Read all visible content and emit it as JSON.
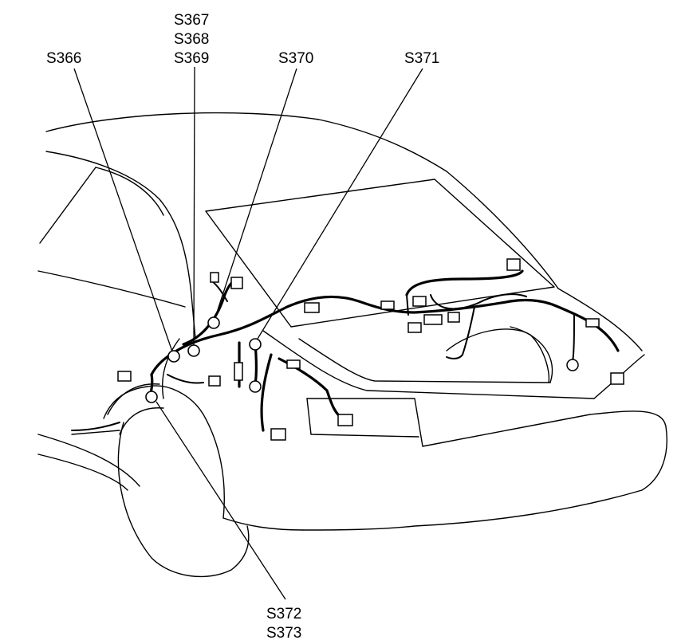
{
  "labels": {
    "s366": "S366",
    "s367": "S367",
    "s368": "S368",
    "s369": "S369",
    "s370": "S370",
    "s371": "S371",
    "s372": "S372",
    "s373": "S373"
  }
}
